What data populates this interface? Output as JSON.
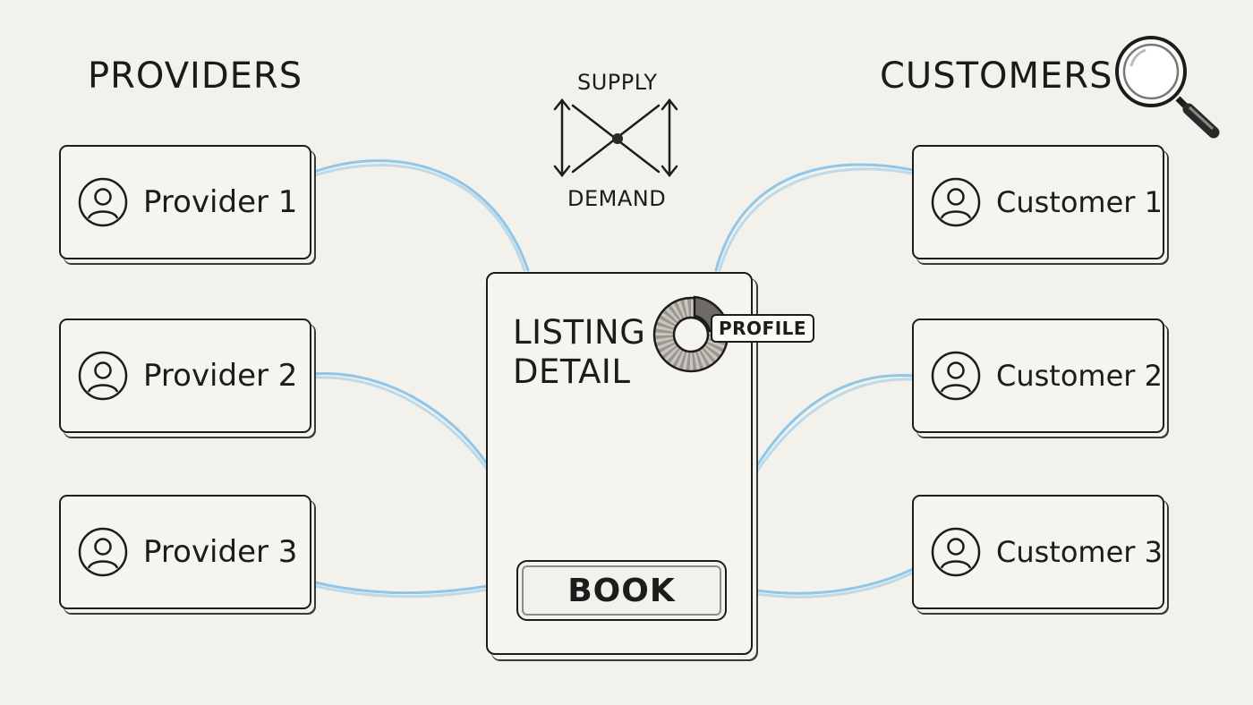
{
  "providers": {
    "heading": "PROVIDERS",
    "items": [
      {
        "label": "Provider 1"
      },
      {
        "label": "Provider 2"
      },
      {
        "label": "Provider 3"
      }
    ]
  },
  "customers": {
    "heading": "CUSTOMERS",
    "items": [
      {
        "label": "Customer 1"
      },
      {
        "label": "Customer 2"
      },
      {
        "label": "Customer 3"
      }
    ]
  },
  "market": {
    "supply_label": "SUPPLY",
    "demand_label": "DEMAND"
  },
  "listing": {
    "title_line1": "LISTING",
    "title_line2": "DETAIL",
    "profile_tag": "PROFILE",
    "book_label": "BOOK"
  },
  "icons": {
    "provider": "user-circle-icon",
    "customer": "user-circle-icon",
    "search": "magnifier-icon",
    "market": "supply-demand-icon",
    "profile": "donut-chart-icon"
  },
  "colors": {
    "connector": "#8ec7ea",
    "ink": "#1c1c1c",
    "paper": "#f3f1ec"
  }
}
